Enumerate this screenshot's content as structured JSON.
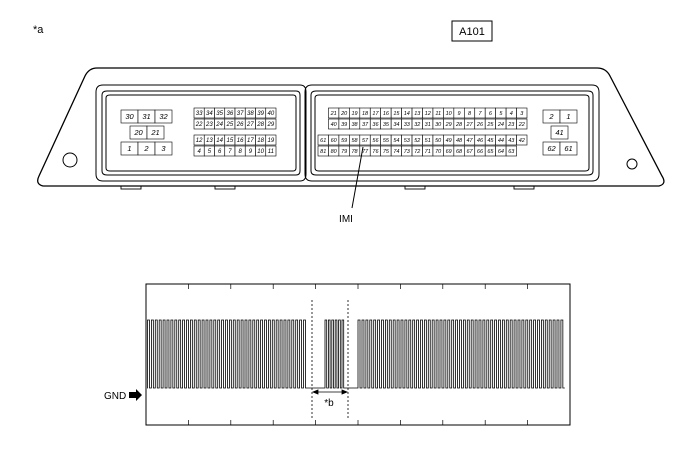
{
  "labels": {
    "view_mark": "*a",
    "connector_code": "A101",
    "terminal": "IMI",
    "ground": "GND",
    "interval_mark": "*b"
  },
  "connector": {
    "small_block": {
      "top": [
        "30",
        "31",
        "32"
      ],
      "middle": [
        "20",
        "21"
      ],
      "bottom": [
        "1",
        "2",
        "3"
      ]
    },
    "mid_block": {
      "row1": [
        "33",
        "34",
        "35",
        "36",
        "37",
        "38",
        "39",
        "40"
      ],
      "row2": [
        "22",
        "23",
        "24",
        "25",
        "26",
        "27",
        "28",
        "29"
      ],
      "row3": [
        "12",
        "13",
        "14",
        "15",
        "16",
        "17",
        "18",
        "19"
      ],
      "row4": [
        "4",
        "5",
        "6",
        "7",
        "8",
        "9",
        "10",
        "11"
      ]
    },
    "big_block": {
      "row1": [
        "21",
        "20",
        "19",
        "18",
        "17",
        "16",
        "15",
        "14",
        "13",
        "12",
        "11",
        "10",
        "9",
        "8",
        "7",
        "6",
        "5",
        "4",
        "3"
      ],
      "row2": [
        "40",
        "39",
        "38",
        "37",
        "36",
        "35",
        "34",
        "33",
        "32",
        "31",
        "30",
        "29",
        "28",
        "27",
        "26",
        "25",
        "24",
        "23",
        "22"
      ],
      "row3": [
        "61",
        "60",
        "59",
        "58",
        "57",
        "56",
        "55",
        "54",
        "53",
        "52",
        "51",
        "50",
        "49",
        "48",
        "47",
        "46",
        "45",
        "44",
        "43",
        "42"
      ],
      "row4": [
        "81",
        "80",
        "79",
        "78",
        "77",
        "76",
        "75",
        "74",
        "73",
        "72",
        "71",
        "70",
        "69",
        "68",
        "67",
        "66",
        "65",
        "64",
        "63"
      ]
    },
    "right_block": {
      "top": [
        "2",
        "1"
      ],
      "middle": [
        "41"
      ],
      "bottom": [
        "62",
        "61"
      ]
    }
  }
}
